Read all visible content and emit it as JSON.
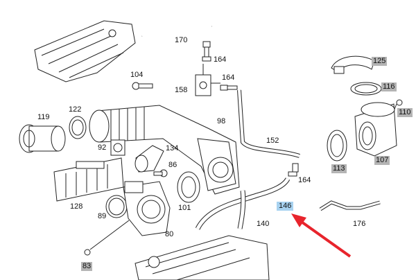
{
  "arrow_color": "#e8242c",
  "labels": {
    "l170": "170",
    "l164a": "164",
    "l104": "104",
    "l164b": "164",
    "l158": "158",
    "l119": "119",
    "l122": "122",
    "l98": "98",
    "l152": "152",
    "l92": "92",
    "l134": "134",
    "l86": "86",
    "l164c": "164",
    "l128": "128",
    "l89": "89",
    "l101": "101",
    "l146": "146",
    "l80": "80",
    "l140": "140",
    "l176": "176",
    "l83": "83",
    "l125": "125",
    "l116": "116",
    "l110": "110",
    "l113": "113",
    "l107": "107"
  }
}
